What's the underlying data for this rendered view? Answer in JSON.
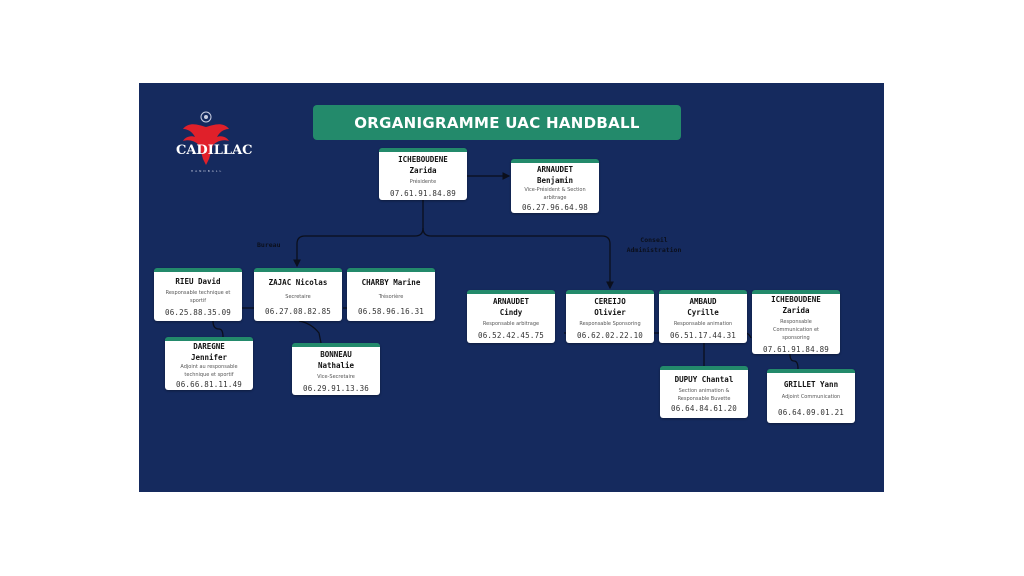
{
  "title": "ORGANIGRAMME UAC HANDBALL",
  "logo": {
    "name": "CADILLAC",
    "subtitle": "HANDBALL",
    "icon": "phoenix-handball-logo"
  },
  "colors": {
    "background": "#152a5e",
    "accent": "#238a6b",
    "card": "#ffffff",
    "logo_red": "#e0202a",
    "connector": "#0b0f1c"
  },
  "groups": {
    "bureau": "Bureau",
    "conseil": "Conseil Administration"
  },
  "members": {
    "president": {
      "last_name": "ICHEBOUDENE",
      "first_name": "Zarida",
      "role": "Présidente",
      "phone": "07.61.91.84.89"
    },
    "vice_president": {
      "last_name": "ARNAUDET",
      "first_name": "Benjamin",
      "role": "Vice-Président & Section arbitrage",
      "phone": "06.27.96.64.98"
    },
    "rieu": {
      "full_name": "RIEU David",
      "role": "Responsable technique et sportif",
      "phone": "06.25.88.35.09"
    },
    "zajac": {
      "full_name": "ZAJAC Nicolas",
      "role": "Secretaire",
      "phone": "06.27.08.82.85"
    },
    "charby": {
      "full_name": "CHARBY Marine",
      "role": "Trésorière",
      "phone": "06.58.96.16.31"
    },
    "daregne": {
      "last_name": "DAREGNE",
      "first_name": "Jennifer",
      "role": "Adjoint au responsable technique et sportif",
      "phone": "06.66.81.11.49"
    },
    "bonneau": {
      "last_name": "BONNEAU",
      "first_name": "Nathalie",
      "role": "Vice-Secretaire",
      "phone": "06.29.91.13.36"
    },
    "arnaudet_cindy": {
      "last_name": "ARNAUDET",
      "first_name": "Cindy",
      "role": "Responsable arbitrage",
      "phone": "06.52.42.45.75"
    },
    "cereijo": {
      "last_name": "CEREIJO",
      "first_name": "Olivier",
      "role": "Responsable Sponsoring",
      "phone": "06.62.02.22.10"
    },
    "ambaud": {
      "last_name": "AMBAUD",
      "first_name": "Cyrille",
      "role": "Responsable animation",
      "phone": "06.51.17.44.31"
    },
    "icheboudene_comm": {
      "last_name": "ICHEBOUDENE",
      "first_name": "Zarida",
      "role": "Responsable Communication et sponsoring",
      "phone": "07.61.91.84.89"
    },
    "dupuy": {
      "full_name": "DUPUY Chantal",
      "role": "Section animation & Responsable Buvette",
      "phone": "06.64.84.61.20"
    },
    "grillet": {
      "full_name": "GRILLET Yann",
      "role": "Adjoint Communication",
      "phone": "06.64.09.01.21"
    }
  }
}
